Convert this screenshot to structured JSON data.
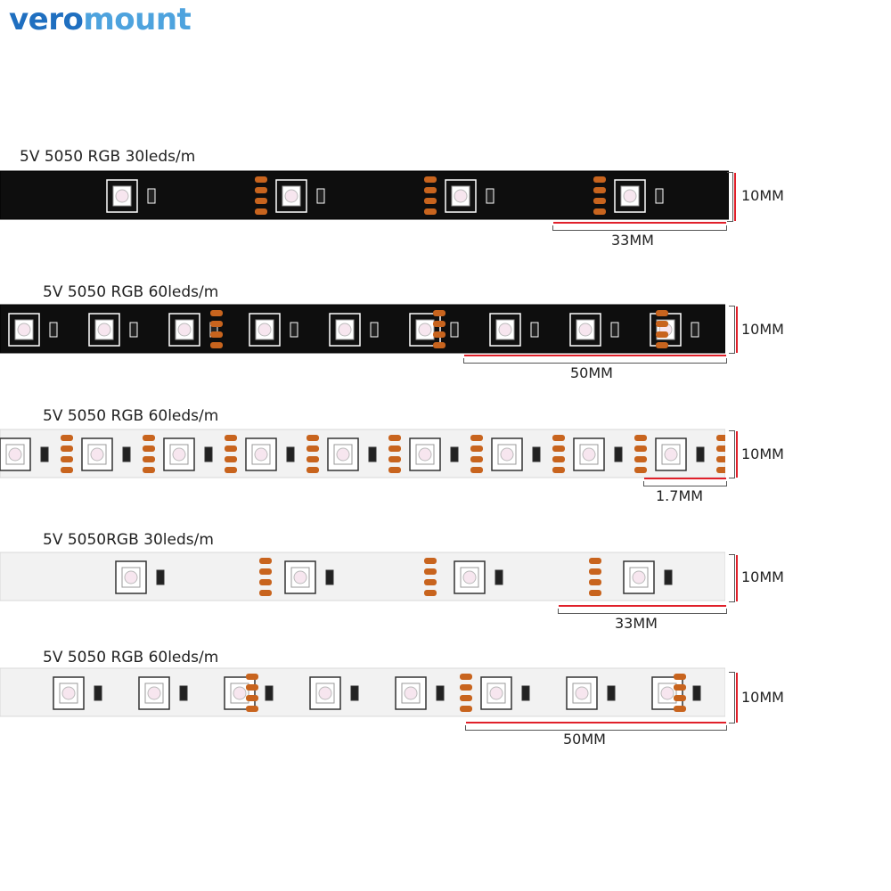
{
  "brand": {
    "part1": "vero",
    "part2": "mount"
  },
  "strips": [
    {
      "title": "5V 5050 RGB 30leds/m",
      "board": "black",
      "width_label": "10MM",
      "span_label": "33MM"
    },
    {
      "title": "5V 5050 RGB 60leds/m",
      "board": "black",
      "width_label": "10MM",
      "span_label": "50MM"
    },
    {
      "title": "5V 5050 RGB 60leds/m",
      "board": "white",
      "width_label": "10MM",
      "span_label": "1.7MM"
    },
    {
      "title": "5V 5050RGB 30leds/m",
      "board": "white",
      "width_label": "10MM",
      "span_label": "33MM"
    },
    {
      "title": "5V 5050 RGB 60leds/m",
      "board": "white",
      "width_label": "10MM",
      "span_label": "50MM"
    }
  ],
  "colors": {
    "logo_dark": "#1f6fc0",
    "logo_light": "#4ea3de",
    "dimension_line": "#e0202a",
    "pad": "#c8641e"
  }
}
